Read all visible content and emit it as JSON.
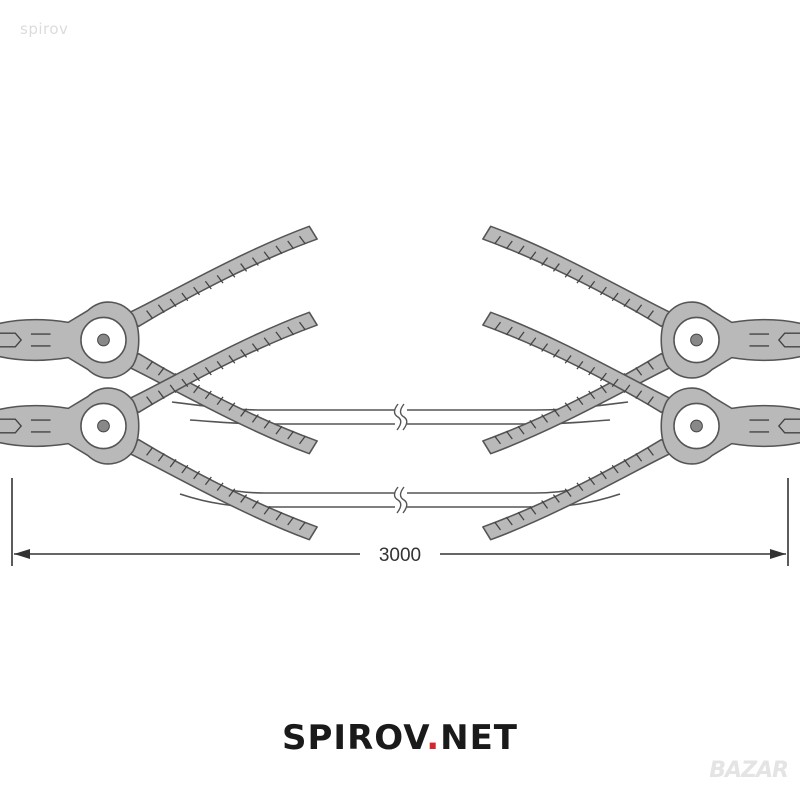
{
  "watermark": "spirov",
  "dimension": {
    "value": "3000"
  },
  "brand": {
    "name": "SPIROV",
    "dot": ".",
    "tld": "NET"
  },
  "bazar_logo": "BAZAR",
  "colors": {
    "clamp_fill": "#b9b9b9",
    "line": "#555555",
    "brand_text": "#1a1a1a",
    "brand_dot": "#d6262d"
  }
}
